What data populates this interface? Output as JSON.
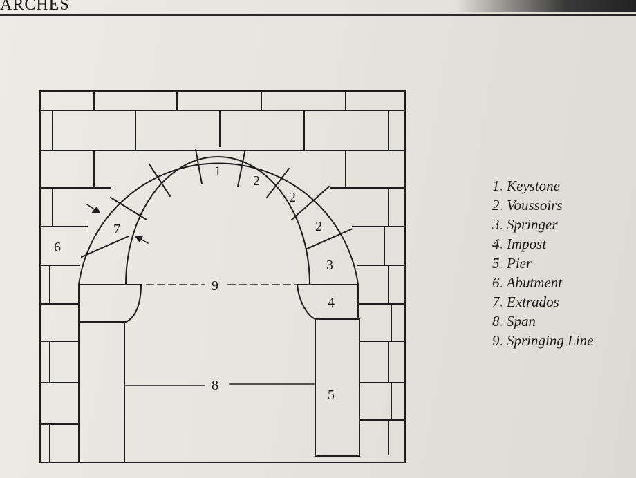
{
  "header": {
    "title": "ARCHES"
  },
  "diagram_labels": {
    "keystone_number": "1",
    "voussoir_number": "2",
    "springer_number": "3",
    "impost_number": "4",
    "pier_number": "5",
    "abutment_number": "6",
    "extrados_number": "7",
    "span_number": "8",
    "springing_line_number": "9"
  },
  "legend": {
    "items": [
      "1. Keystone",
      "2. Voussoirs",
      "3. Springer",
      "4. Impost",
      "5. Pier",
      "6. Abutment",
      "7. Extrados",
      "8. Span",
      "9. Springing Line"
    ]
  }
}
